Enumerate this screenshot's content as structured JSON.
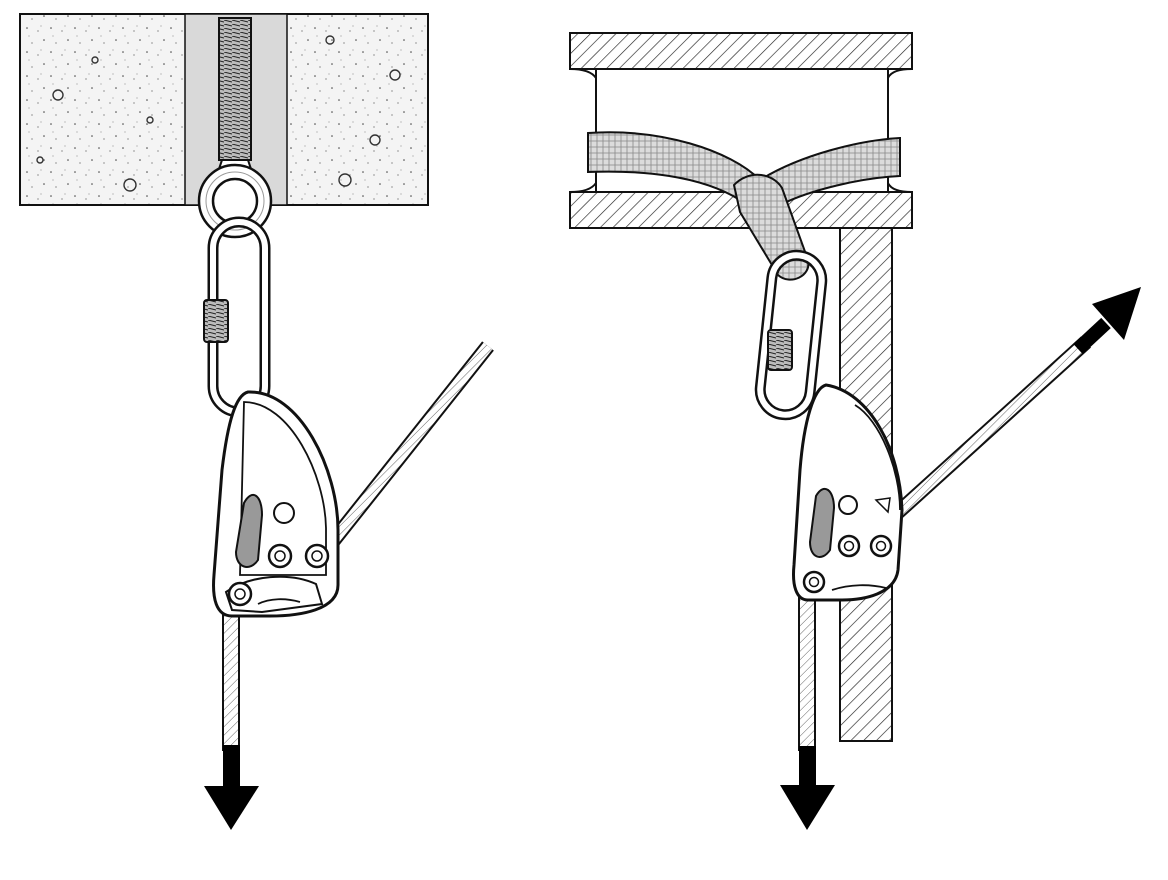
{
  "figure": {
    "background": "#ffffff",
    "ink": "#111111",
    "concrete_fill": "#f4f4f4",
    "steel_fill": "#ffffff",
    "webbing_fill": "#dcdcdc",
    "device_fill": "#ffffff",
    "arrow_fill": "#000000"
  },
  "panels": [
    {
      "id": "left",
      "anchor_type": "eye-bolt in concrete",
      "components": [
        "concrete-block",
        "eye-bolt",
        "screwgate-carabiner",
        "pulley-device",
        "rope"
      ],
      "load_arrows": [
        "down"
      ]
    },
    {
      "id": "right",
      "anchor_type": "webbing sling on steel beam",
      "components": [
        "i-beam",
        "webbing-sling",
        "screwgate-carabiner",
        "pulley-device",
        "rope",
        "steel-column"
      ],
      "load_arrows": [
        "down",
        "up-right"
      ]
    }
  ]
}
